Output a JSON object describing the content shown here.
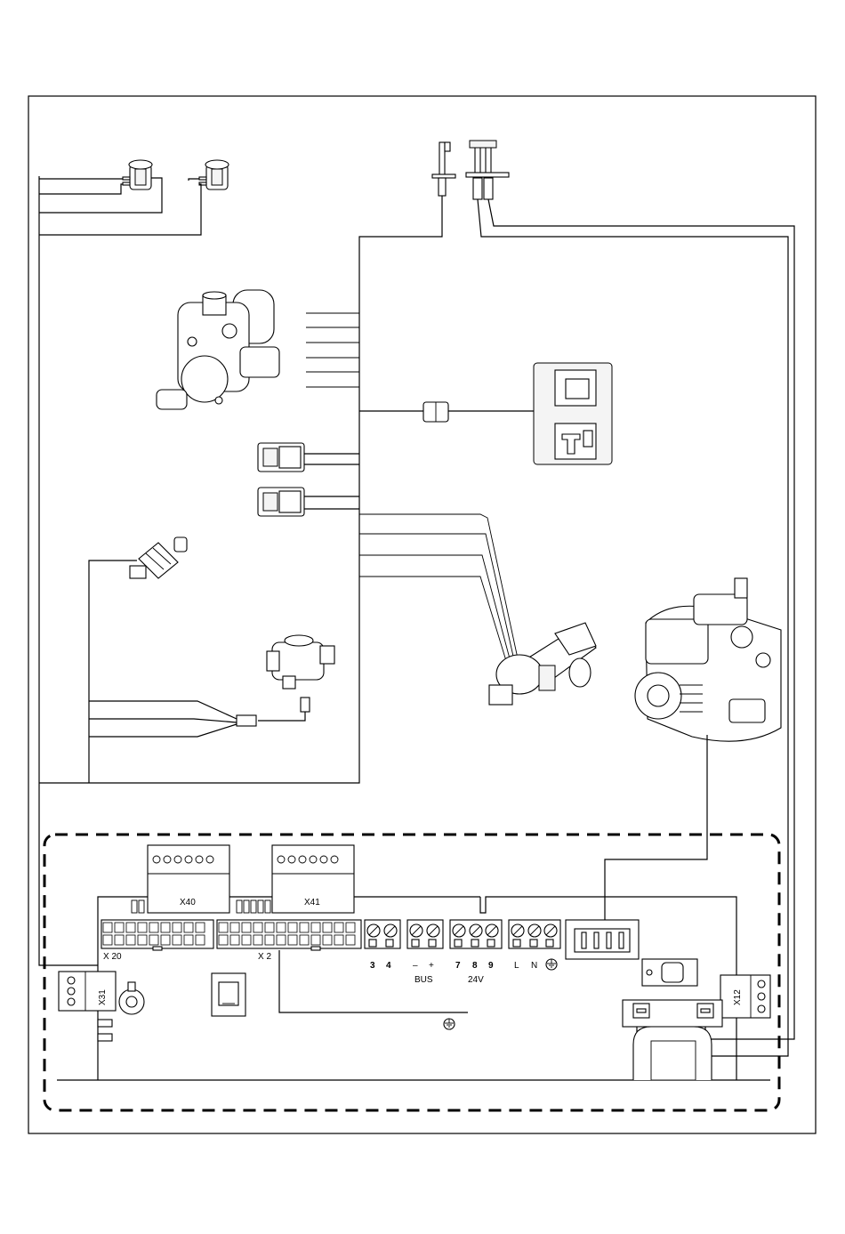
{
  "board": {
    "connectors": {
      "x40": "X40",
      "x41": "X41",
      "x20": "X 20",
      "x2": "X 2",
      "x31": "X31",
      "x12": "X12"
    },
    "terminals": {
      "t3": "3",
      "t4": "4",
      "bus_minus": "–",
      "bus_plus": "+",
      "bus": "BUS",
      "t7": "7",
      "t8": "8",
      "t9": "9",
      "v24": "24V",
      "L": "L",
      "N": "N"
    }
  },
  "icons": [
    "ntc-sensor-icon",
    "ignition-electrode-icon",
    "gas-valve-icon",
    "fan-connector-icon",
    "transformer-plug-icon",
    "water-pressure-sensor-icon",
    "flow-sensor-icon",
    "diverter-valve-icon",
    "pump-icon",
    "ground-icon"
  ]
}
